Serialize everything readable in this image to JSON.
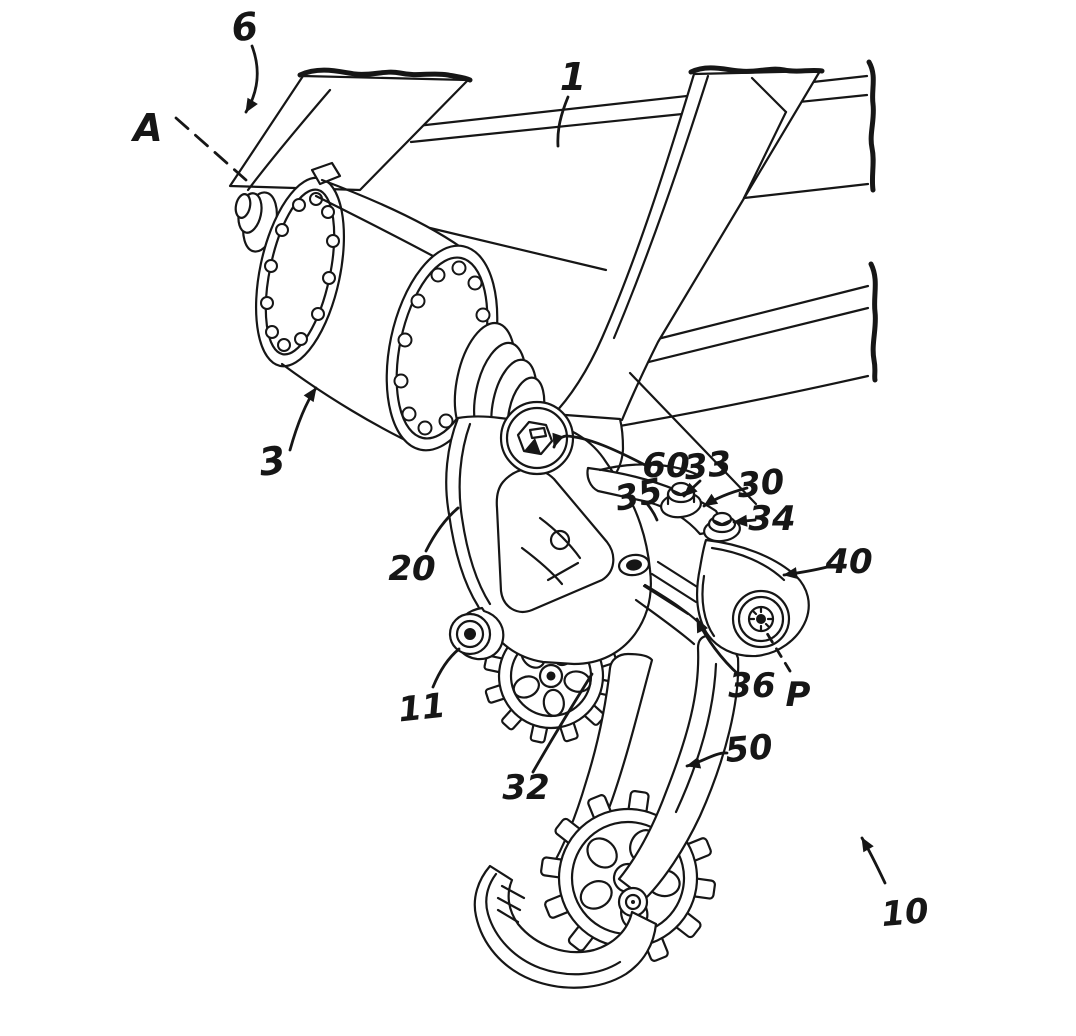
{
  "colors": {
    "ink": "#161616",
    "background": "#ffffff"
  },
  "figure": {
    "type": "patent-style-line-drawing",
    "subject": "Bicycle rear derailleur mounted coaxially at the rear axle of a frame",
    "reference_labels": [
      {
        "ref": "6"
      },
      {
        "ref": "A"
      },
      {
        "ref": "1"
      },
      {
        "ref": "3"
      },
      {
        "ref": "20"
      },
      {
        "ref": "11"
      },
      {
        "ref": "60"
      },
      {
        "ref": "33"
      },
      {
        "ref": "35"
      },
      {
        "ref": "30"
      },
      {
        "ref": "34"
      },
      {
        "ref": "40"
      },
      {
        "ref": "36"
      },
      {
        "ref": "P"
      },
      {
        "ref": "50"
      },
      {
        "ref": "32"
      },
      {
        "ref": "10"
      }
    ]
  }
}
